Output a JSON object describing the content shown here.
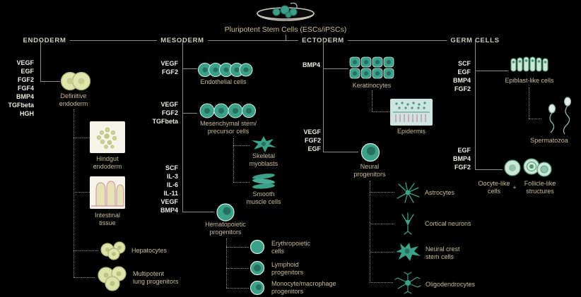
{
  "title": "Pluripotent Stem Cells (ESCs/iPSCs)",
  "colors": {
    "background": "#000000",
    "teal_cell": "#3ba189",
    "teal_nucleus": "#27705f",
    "olive_cell": "#dce2aa",
    "olive_stroke": "#a8b370",
    "label_text": "#c8bc96",
    "factor_text": "#efece3",
    "header_text": "#d2cdc2",
    "line": "#8c8c8c"
  },
  "icons": {
    "top": "petri-dish-icon",
    "endoderm": "olive-cell-cluster-icon",
    "mesoderm": "teal-cell-row-icon",
    "ectoderm": "neuron-icon",
    "germ": "oocyte-follicle-icon"
  },
  "endoderm": {
    "header": "ENDODERM",
    "factors": "VEGF\nEGF\nFGF2\nFGF4\nBMP4\nTGFbeta\nHGH",
    "definitive_label": "Definitive\nendoderm",
    "hindgut_label": "Hindgut\nendoderm",
    "intestinal_label": "Intestinal\ntissue",
    "hepatocytes_label": "Hepatocytes",
    "lung_label": "Multipotent\nlung progenitors"
  },
  "mesoderm": {
    "header": "MESODERM",
    "endothelial_factors": "VEGF\nFGF2",
    "endothelial_label": "Endothelial cells",
    "mesenchymal_factors": "VEGF\nFGF2\nTGFbeta",
    "mesenchymal_label": "Mesenchymal stem/\nprecursor cells",
    "skeletal_label": "Skeletal\nmyoblasts",
    "smooth_label": "Smooth\nmuscle cells",
    "hematopoietic_factors": "SCF\nIL-3\nIL-6\nIL-11\nVEGF\nBMP4",
    "hematopoietic_label": "Hematopoietic\nprogenitors",
    "erythropoietic_label": "Erythropoietic\ncells",
    "lymphoid_label": "Lymphoid\nprogenitors",
    "monocyte_label": "Monocyte/macrophage\nprogenitors"
  },
  "ectoderm": {
    "header": "ECTODERM",
    "keratinocyte_factors": "BMP4",
    "keratinocytes_label": "Keratinocytes",
    "epidermis_label": "Epidermis",
    "neural_factors": "VEGF\nFGF2\nEGF",
    "neural_label": "Neural\nprogenitors",
    "astrocytes_label": "Astrocytes",
    "cortical_label": "Cortical neurons",
    "crest_label": "Neural crest\nstem cells",
    "oligodendrocytes_label": "Oligodendrocytes"
  },
  "germ": {
    "header": "GERM CELLS",
    "epiblast_factors": "SCF\nEGF\nBMP4\nFGF2",
    "epiblast_label": "Epiblast-like cells",
    "spermatozoa_label": "Spermatozoa",
    "oocyte_factors": "EGF\nBMP4\nFGF2",
    "oocyte_label": "Oocyte-like\ncells",
    "plus": "+",
    "follicle_label": "Follicle-like\nstructures"
  }
}
